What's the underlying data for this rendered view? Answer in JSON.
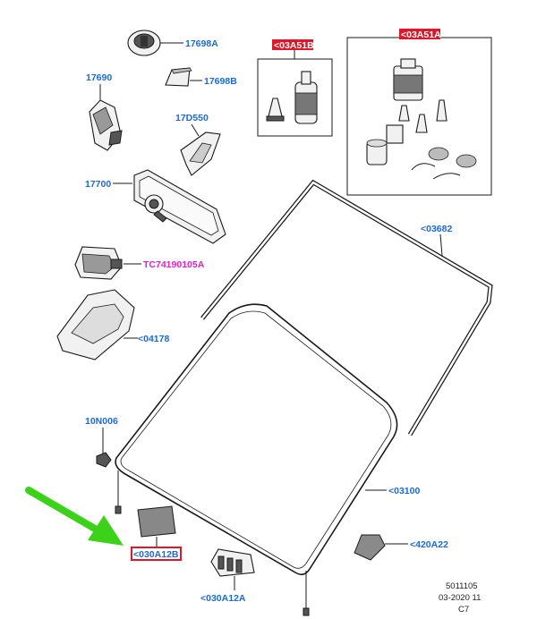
{
  "labels": {
    "p17698a": "17698A",
    "p17698b": "17698B",
    "p17690": "17690",
    "p17d550": "17D550",
    "p17700": "17700",
    "tc": "TC74190105A",
    "p04178": "<04178",
    "p10n006": "10N006",
    "p03682": "<03682",
    "p03100": "<03100",
    "p420a22": "<420A22",
    "p030a12a": "<030A12A",
    "p030a12b": "<030A12B",
    "kit1": "<03A51B",
    "kit2": "<03A51A"
  },
  "footer": {
    "line1": "5011105",
    "line2": "03-2020 11",
    "line3": "C7"
  },
  "colors": {
    "label_blue": "#1c6ad6",
    "label_magenta": "#e01fd3",
    "highlight_red": "#e0172a",
    "arrow_green": "#3dd21a"
  }
}
